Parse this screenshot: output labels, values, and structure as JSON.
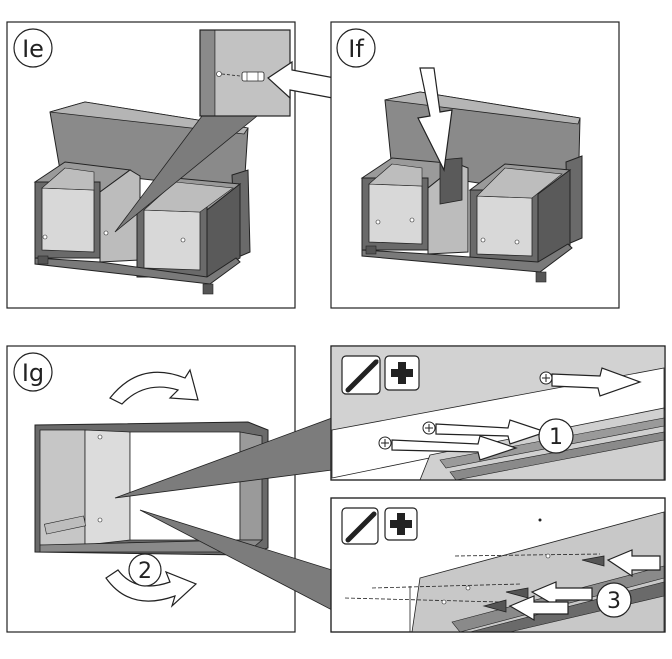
{
  "panels": [
    {
      "id": "panel-1e",
      "step_label": "Ie"
    },
    {
      "id": "panel-1f",
      "step_label": "If"
    },
    {
      "id": "panel-1g",
      "step_label": "Ig"
    }
  ],
  "callouts": {
    "one": "1",
    "two": "2",
    "three": "3"
  },
  "icons": [
    "screwdriver-icon",
    "phillips-cross-icon"
  ],
  "colors": {
    "line": "#222222",
    "panel_fill": "#8a8a8a",
    "panel_dark": "#5a5a5a",
    "panel_light": "#c8c8c8",
    "bg": "#ffffff"
  }
}
